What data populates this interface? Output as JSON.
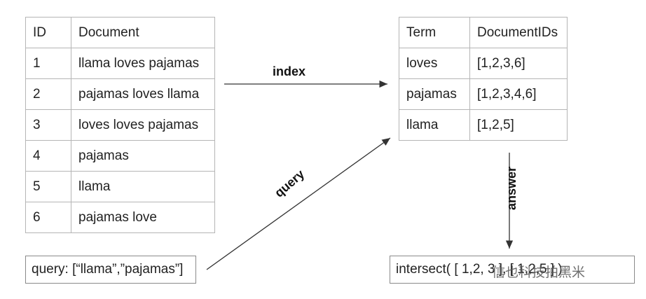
{
  "documents_table": {
    "headers": [
      "ID",
      "Document"
    ],
    "rows": [
      [
        "1",
        "llama loves pajamas"
      ],
      [
        "2",
        "pajamas loves llama"
      ],
      [
        "3",
        "loves loves pajamas"
      ],
      [
        "4",
        "pajamas"
      ],
      [
        "5",
        "llama"
      ],
      [
        "6",
        "pajamas love"
      ]
    ]
  },
  "index_table": {
    "headers": [
      "Term",
      "DocumentIDs"
    ],
    "rows": [
      [
        "loves",
        "[1,2,3,6]"
      ],
      [
        "pajamas",
        "[1,2,3,4,6]"
      ],
      [
        "llama",
        "[1,2,5]"
      ]
    ]
  },
  "query_box": {
    "text": "query: [“llama”,”pajamas”]"
  },
  "intersect_box": {
    "text": "intersect( [ 1,2, 3 ], [ 1,2,5 ] )"
  },
  "labels": {
    "index": "index",
    "query": "query",
    "answer": "answer"
  },
  "watermark": "信也科技拍黑米",
  "colors": {
    "border": "#b5b5b5",
    "arrow": "#333333",
    "text": "#222222"
  }
}
